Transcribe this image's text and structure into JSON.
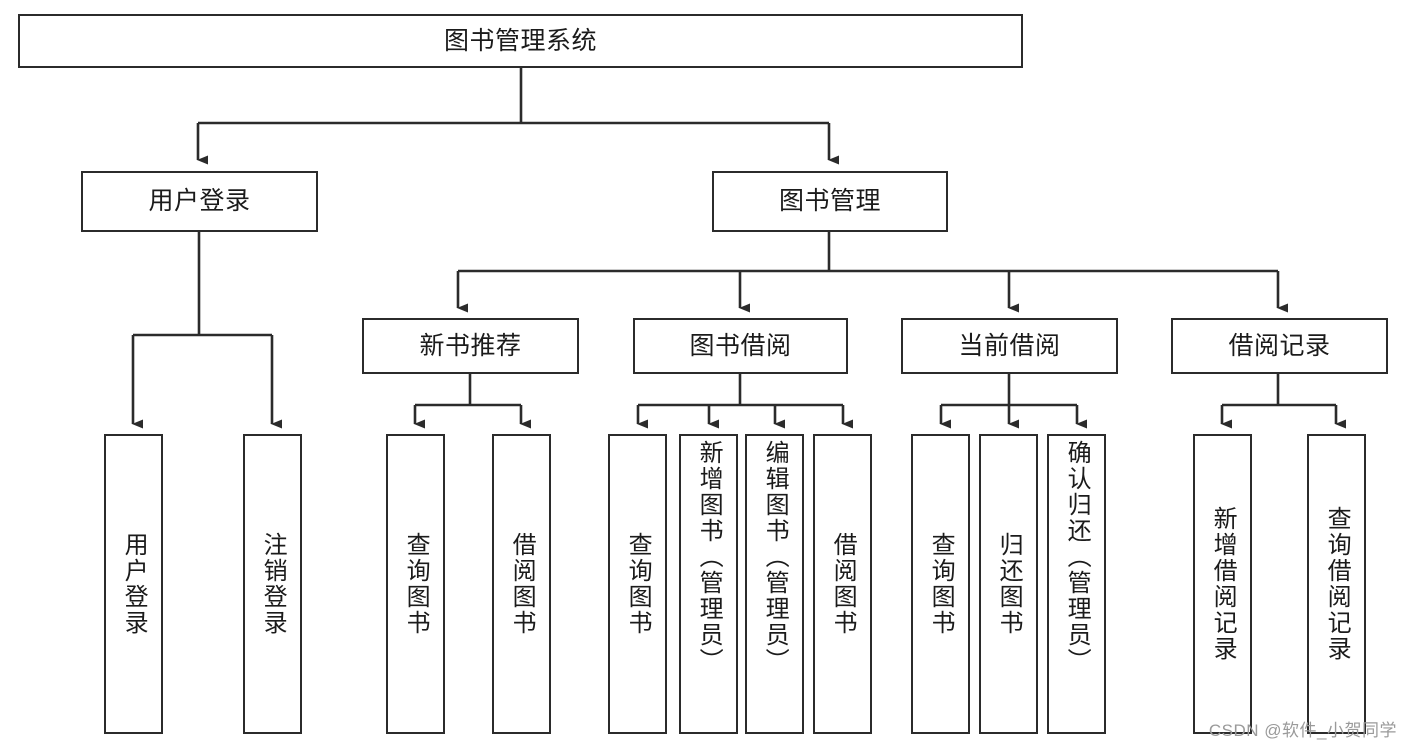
{
  "diagram": {
    "title": "图书管理系统",
    "type": "tree-hierarchy",
    "line_color": "#2b2b2b",
    "box_fill": "#ffffff",
    "text_color": "#1b1b1b",
    "root": {
      "label": "图书管理系统"
    },
    "level2": [
      {
        "label": "用户登录"
      },
      {
        "label": "图书管理"
      }
    ],
    "level3": [
      {
        "label": "新书推荐"
      },
      {
        "label": "图书借阅"
      },
      {
        "label": "当前借阅"
      },
      {
        "label": "借阅记录"
      }
    ],
    "leaves": {
      "user_login": [
        {
          "label": "用户登录"
        },
        {
          "label": "注销登录"
        }
      ],
      "new_book": [
        {
          "label": "查询图书"
        },
        {
          "label": "借阅图书"
        }
      ],
      "book_borrow": [
        {
          "label": "查询图书"
        },
        {
          "label": "新增图书（管理员）"
        },
        {
          "label": "编辑图书（管理员）"
        },
        {
          "label": "借阅图书"
        }
      ],
      "current_borrow": [
        {
          "label": "查询图书"
        },
        {
          "label": "归还图书"
        },
        {
          "label": "确认归还（管理员）"
        }
      ],
      "borrow_record": [
        {
          "label": "新增借阅记录"
        },
        {
          "label": "查询借阅记录"
        }
      ]
    }
  },
  "watermark": {
    "text": "CSDN @软件_小贺同学",
    "color": "#9a9a9a"
  }
}
